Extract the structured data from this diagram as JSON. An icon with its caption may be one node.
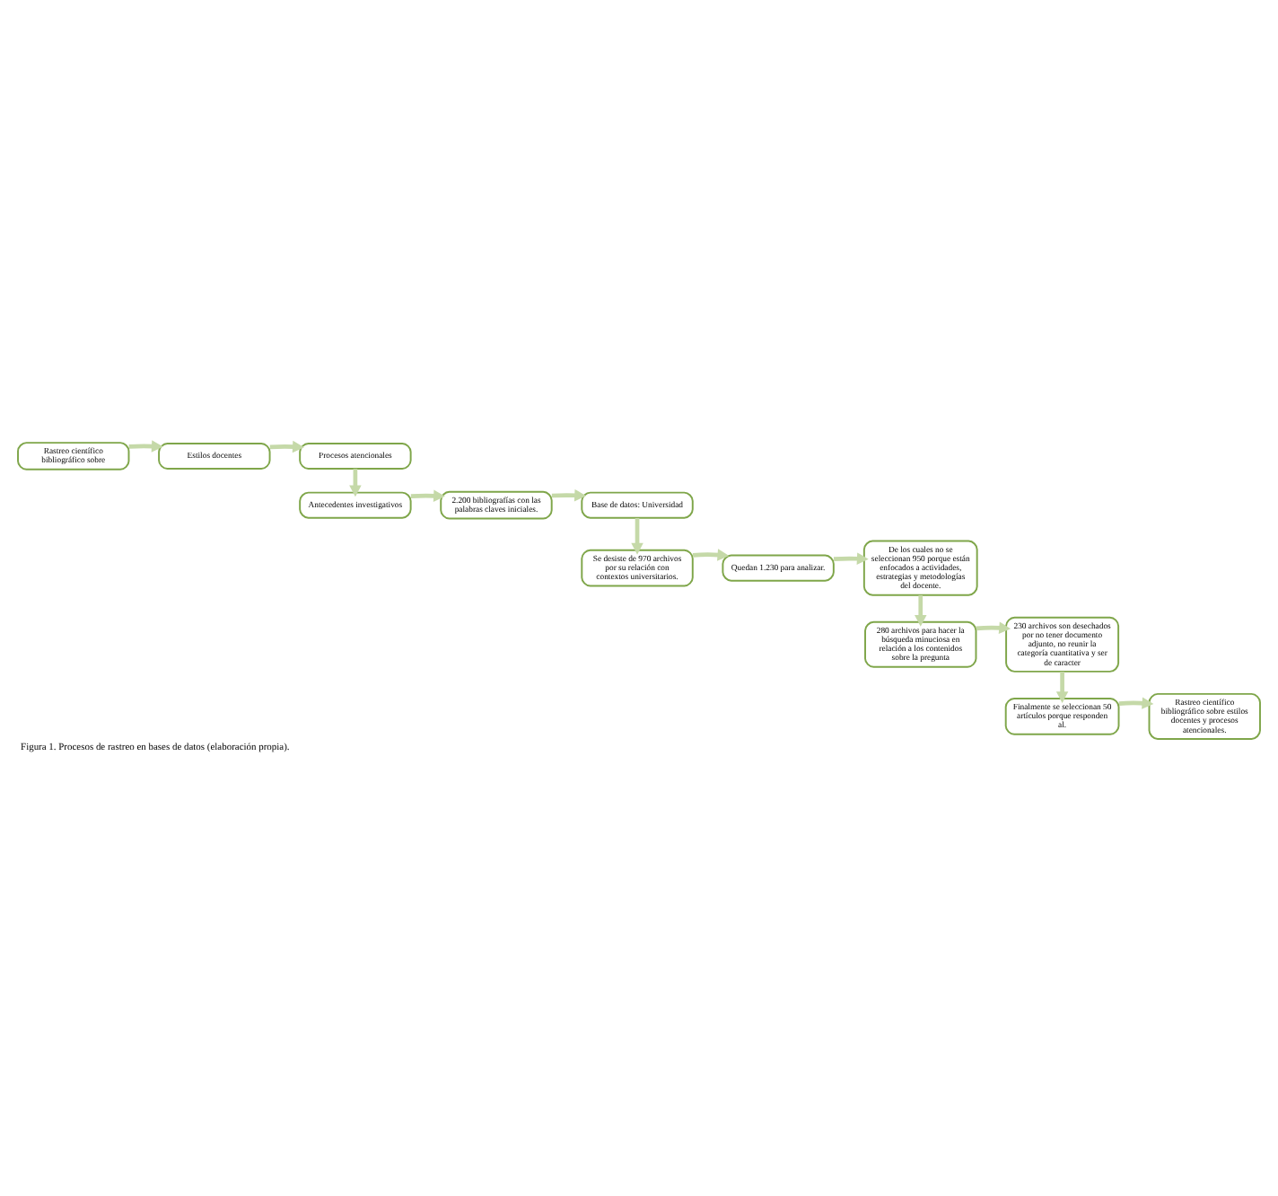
{
  "diagram": {
    "caption": "Figura 1. Procesos de rastreo en bases de datos (elaboración propia).",
    "nodes": [
      {
        "text": [
          "Rastreo científico bibliográfico sobre"
        ]
      },
      {
        "text": [
          "Estilos docentes"
        ]
      },
      {
        "text": [
          "Procesos atencionales"
        ]
      },
      {
        "text": [
          "Antecedentes investigativos"
        ]
      },
      {
        "text": [
          "2.200 bibliografías con las palabras claves iniciales."
        ]
      },
      {
        "text": [
          "Base de datos: Universidad"
        ]
      },
      {
        "text": [
          "Se desiste de 970 archivos por su relación con contextos universitarios."
        ]
      },
      {
        "text": [
          "Quedan 1.230 para analizar."
        ]
      },
      {
        "text": [
          "De los cuales no se seleccionan 950 porque están enfocados a actividades, estrategias y metodologías del docente."
        ]
      },
      {
        "text": [
          "280 archivos para hacer la búsqueda minuciosa en relación a los contenidos sobre la pregunta"
        ]
      },
      {
        "text": [
          "230 archivos son desechados por no tener documento adjunto, no reunir la categoría cuantitativa y ser de caracter"
        ]
      },
      {
        "text": [
          "Finalmente se seleccionan 50 artículos porque responden al."
        ]
      },
      {
        "text": [
          "Rastreo científico bibliográfico sobre estilos docentes y procesos atencionales."
        ]
      }
    ],
    "edges": [
      {
        "from": 0,
        "to": 1,
        "arrow": "to"
      },
      {
        "from": 1,
        "to": 2,
        "arrow": "to"
      },
      {
        "from": 2,
        "to": 3,
        "arrow": "to"
      },
      {
        "from": 3,
        "to": 4,
        "arrow": "to"
      },
      {
        "from": 4,
        "to": 5,
        "arrow": "to"
      },
      {
        "from": 5,
        "to": 6,
        "arrow": "to"
      },
      {
        "from": 6,
        "to": 7,
        "arrow": "to"
      },
      {
        "from": 7,
        "to": 8,
        "arrow": "to"
      },
      {
        "from": 8,
        "to": 9,
        "arrow": "to"
      },
      {
        "from": 9,
        "to": 10,
        "arrow": "to"
      },
      {
        "from": 10,
        "to": 11,
        "arrow": "to"
      },
      {
        "from": 11,
        "to": 12,
        "arrow": "to"
      }
    ]
  }
}
